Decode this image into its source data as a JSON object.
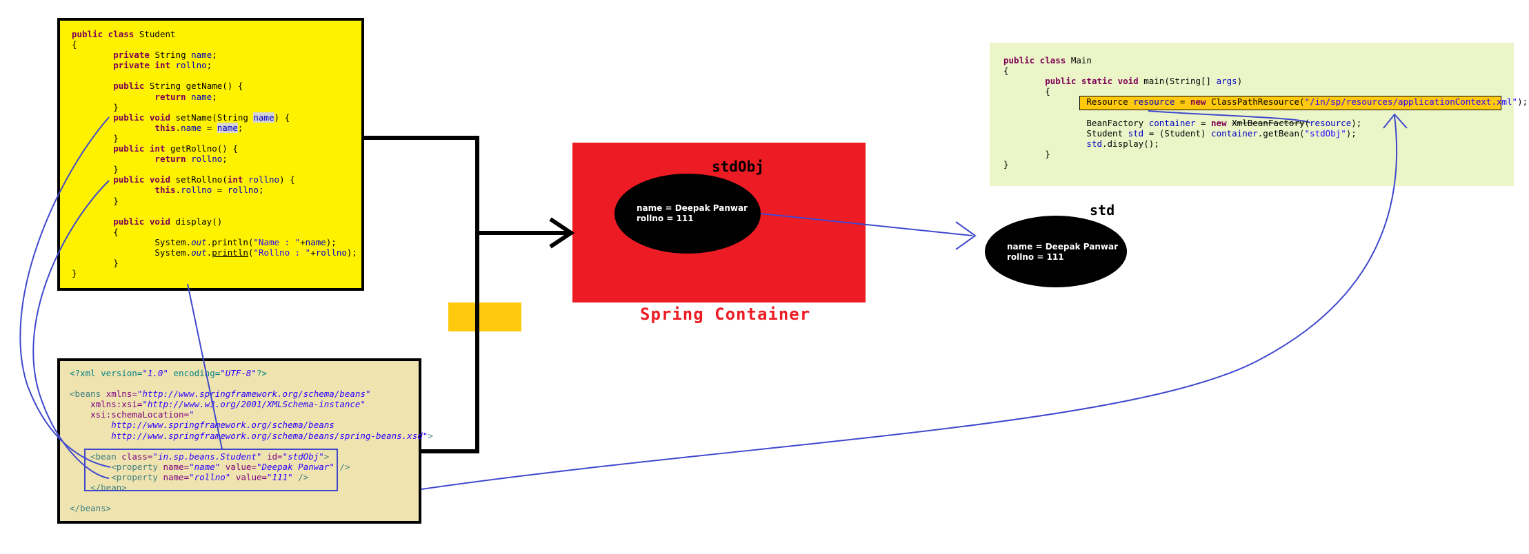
{
  "student_code": {
    "lines": [
      [
        {
          "t": "public class ",
          "c": "kw"
        },
        {
          "t": "Student",
          "c": ""
        }
      ],
      [
        {
          "t": "{",
          "c": ""
        }
      ],
      [
        {
          "t": "        ",
          "c": ""
        },
        {
          "t": "private ",
          "c": "kw"
        },
        {
          "t": "String ",
          "c": ""
        },
        {
          "t": "name",
          "c": "fld"
        },
        {
          "t": ";",
          "c": ""
        }
      ],
      [
        {
          "t": "        ",
          "c": ""
        },
        {
          "t": "private int ",
          "c": "kw"
        },
        {
          "t": "rollno",
          "c": "fld"
        },
        {
          "t": ";",
          "c": ""
        }
      ],
      [
        {
          "t": "",
          "c": ""
        }
      ],
      [
        {
          "t": "        ",
          "c": ""
        },
        {
          "t": "public ",
          "c": "kw"
        },
        {
          "t": "String getName() {",
          "c": ""
        }
      ],
      [
        {
          "t": "                ",
          "c": ""
        },
        {
          "t": "return ",
          "c": "kw"
        },
        {
          "t": "name",
          "c": "fld"
        },
        {
          "t": ";",
          "c": ""
        }
      ],
      [
        {
          "t": "        }",
          "c": ""
        }
      ],
      [
        {
          "t": "        ",
          "c": ""
        },
        {
          "t": "public void ",
          "c": "kw"
        },
        {
          "t": "setName(String ",
          "c": ""
        },
        {
          "t": "name",
          "c": "fld hl"
        },
        {
          "t": ") {",
          "c": ""
        }
      ],
      [
        {
          "t": "                ",
          "c": ""
        },
        {
          "t": "this",
          "c": "kw"
        },
        {
          "t": ".",
          "c": ""
        },
        {
          "t": "name",
          "c": "fld"
        },
        {
          "t": " = ",
          "c": ""
        },
        {
          "t": "name",
          "c": "fld hl"
        },
        {
          "t": ";",
          "c": ""
        }
      ],
      [
        {
          "t": "        }",
          "c": ""
        }
      ],
      [
        {
          "t": "        ",
          "c": ""
        },
        {
          "t": "public int ",
          "c": "kw"
        },
        {
          "t": "getRollno() {",
          "c": ""
        }
      ],
      [
        {
          "t": "                ",
          "c": ""
        },
        {
          "t": "return ",
          "c": "kw"
        },
        {
          "t": "rollno",
          "c": "fld"
        },
        {
          "t": ";",
          "c": ""
        }
      ],
      [
        {
          "t": "        }",
          "c": ""
        }
      ],
      [
        {
          "t": "        ",
          "c": ""
        },
        {
          "t": "public void ",
          "c": "kw"
        },
        {
          "t": "setRollno(",
          "c": ""
        },
        {
          "t": "int ",
          "c": "kw"
        },
        {
          "t": "rollno",
          "c": "fld"
        },
        {
          "t": ") {",
          "c": ""
        }
      ],
      [
        {
          "t": "                ",
          "c": ""
        },
        {
          "t": "this",
          "c": "kw"
        },
        {
          "t": ".",
          "c": ""
        },
        {
          "t": "rollno",
          "c": "fld"
        },
        {
          "t": " = ",
          "c": ""
        },
        {
          "t": "rollno",
          "c": "fld"
        },
        {
          "t": ";",
          "c": ""
        }
      ],
      [
        {
          "t": "        }",
          "c": ""
        }
      ],
      [
        {
          "t": "",
          "c": ""
        }
      ],
      [
        {
          "t": "        ",
          "c": ""
        },
        {
          "t": "public void ",
          "c": "kw"
        },
        {
          "t": "display()",
          "c": ""
        }
      ],
      [
        {
          "t": "        {",
          "c": ""
        }
      ],
      [
        {
          "t": "                System.",
          "c": ""
        },
        {
          "t": "out",
          "c": "fld itl"
        },
        {
          "t": ".println(",
          "c": ""
        },
        {
          "t": "\"Name : \"",
          "c": "str"
        },
        {
          "t": "+",
          "c": ""
        },
        {
          "t": "name",
          "c": "fld"
        },
        {
          "t": ");",
          "c": ""
        }
      ],
      [
        {
          "t": "                System.",
          "c": ""
        },
        {
          "t": "out",
          "c": "fld itl"
        },
        {
          "t": ".",
          "c": ""
        },
        {
          "t": "println",
          "c": "ul"
        },
        {
          "t": "(",
          "c": ""
        },
        {
          "t": "\"Rollno : \"",
          "c": "str"
        },
        {
          "t": "+",
          "c": ""
        },
        {
          "t": "rollno",
          "c": "fld"
        },
        {
          "t": ");",
          "c": ""
        }
      ],
      [
        {
          "t": "        }",
          "c": ""
        }
      ],
      [
        {
          "t": "}",
          "c": ""
        }
      ]
    ]
  },
  "xml_code": {
    "lines": [
      [
        {
          "t": "<?xml version=",
          "c": "xpi"
        },
        {
          "t": "\"1.0\"",
          "c": "xval"
        },
        {
          "t": " encoding=",
          "c": "xpi"
        },
        {
          "t": "\"UTF-8\"",
          "c": "xval"
        },
        {
          "t": "?>",
          "c": "xpi"
        }
      ],
      [
        {
          "t": "",
          "c": ""
        }
      ],
      [
        {
          "t": "<beans ",
          "c": "xtag"
        },
        {
          "t": "xmlns=",
          "c": "xattr"
        },
        {
          "t": "\"http://www.springframework.org/schema/beans\"",
          "c": "xval"
        }
      ],
      [
        {
          "t": "    ",
          "c": ""
        },
        {
          "t": "xmlns:xsi=",
          "c": "xattr"
        },
        {
          "t": "\"http://www.w3.org/2001/XMLSchema-instance\"",
          "c": "xval"
        }
      ],
      [
        {
          "t": "    ",
          "c": ""
        },
        {
          "t": "xsi:schemaLocation=",
          "c": "xattr"
        },
        {
          "t": "\"",
          "c": "xval"
        }
      ],
      [
        {
          "t": "        http://www.springframework.org/schema/beans",
          "c": "xval"
        }
      ],
      [
        {
          "t": "        http://www.springframework.org/schema/beans/spring-beans.xsd\"",
          "c": "xval"
        },
        {
          "t": ">",
          "c": "xtag"
        }
      ],
      [
        {
          "t": "",
          "c": ""
        }
      ],
      [
        {
          "t": "    ",
          "c": ""
        },
        {
          "t": "<bean ",
          "c": "xtag"
        },
        {
          "t": "class=",
          "c": "xattr"
        },
        {
          "t": "\"in.sp.beans.Student\"",
          "c": "xval"
        },
        {
          "t": " id=",
          "c": "xattr"
        },
        {
          "t": "\"stdObj\"",
          "c": "xval"
        },
        {
          "t": ">",
          "c": "xtag"
        }
      ],
      [
        {
          "t": "        ",
          "c": ""
        },
        {
          "t": "<property ",
          "c": "xtag"
        },
        {
          "t": "name=",
          "c": "xattr"
        },
        {
          "t": "\"name\"",
          "c": "xval"
        },
        {
          "t": " value=",
          "c": "xattr"
        },
        {
          "t": "\"Deepak Panwar\"",
          "c": "xval"
        },
        {
          "t": " />",
          "c": "xtag"
        }
      ],
      [
        {
          "t": "        ",
          "c": ""
        },
        {
          "t": "<property ",
          "c": "xtag"
        },
        {
          "t": "name=",
          "c": "xattr"
        },
        {
          "t": "\"rollno\"",
          "c": "xval"
        },
        {
          "t": " value=",
          "c": "xattr"
        },
        {
          "t": "\"111\"",
          "c": "xval"
        },
        {
          "t": " />",
          "c": "xtag"
        }
      ],
      [
        {
          "t": "    ",
          "c": ""
        },
        {
          "t": "</bean>",
          "c": "xtag"
        }
      ],
      [
        {
          "t": "",
          "c": ""
        }
      ],
      [
        {
          "t": "</beans>",
          "c": "xtag"
        }
      ]
    ]
  },
  "main_code": {
    "lines": [
      [
        {
          "t": "public class ",
          "c": "kw"
        },
        {
          "t": "Main",
          "c": ""
        }
      ],
      [
        {
          "t": "{",
          "c": ""
        }
      ],
      [
        {
          "t": "        ",
          "c": ""
        },
        {
          "t": "public static void ",
          "c": "kw"
        },
        {
          "t": "main(String[] ",
          "c": ""
        },
        {
          "t": "args",
          "c": "fld"
        },
        {
          "t": ")",
          "c": ""
        }
      ],
      [
        {
          "t": "        {",
          "c": ""
        }
      ],
      [
        {
          "t": "                Resource ",
          "c": ""
        },
        {
          "t": "resource",
          "c": "fld"
        },
        {
          "t": " = ",
          "c": ""
        },
        {
          "t": "new ",
          "c": "kw"
        },
        {
          "t": "ClassPathResource(",
          "c": ""
        },
        {
          "t": "\"/in/sp/resources/applicationContext.xml\"",
          "c": "str"
        },
        {
          "t": ");",
          "c": ""
        }
      ],
      [
        {
          "t": "",
          "c": ""
        }
      ],
      [
        {
          "t": "                BeanFactory ",
          "c": ""
        },
        {
          "t": "container",
          "c": "fld"
        },
        {
          "t": " = ",
          "c": ""
        },
        {
          "t": "new ",
          "c": "kw"
        },
        {
          "t": "XmlBeanFactory",
          "c": "strike"
        },
        {
          "t": "(",
          "c": ""
        },
        {
          "t": "resource",
          "c": "fld"
        },
        {
          "t": ");",
          "c": ""
        }
      ],
      [
        {
          "t": "                Student ",
          "c": ""
        },
        {
          "t": "std",
          "c": "fld"
        },
        {
          "t": " = (Student) ",
          "c": ""
        },
        {
          "t": "container",
          "c": "fld"
        },
        {
          "t": ".getBean(",
          "c": ""
        },
        {
          "t": "\"stdObj\"",
          "c": "str"
        },
        {
          "t": ");",
          "c": ""
        }
      ],
      [
        {
          "t": "                ",
          "c": ""
        },
        {
          "t": "std",
          "c": "fld"
        },
        {
          "t": ".display();",
          "c": ""
        }
      ],
      [
        {
          "t": "        }",
          "c": ""
        }
      ],
      [
        {
          "t": "}",
          "c": ""
        }
      ]
    ]
  },
  "container": {
    "label": "Spring Container",
    "bean_id": "stdObj",
    "bean_lines": [
      "name = Deepak Panwar",
      "rollno = 111"
    ]
  },
  "std_object": {
    "title": "std",
    "lines": [
      "name = Deepak Panwar",
      "rollno = 111"
    ]
  },
  "colors": {
    "student_bg": "#fff200",
    "xml_bg": "#efe4b0",
    "main_bg": "#ebf5c8",
    "container_bg": "#ed1c24",
    "accent_orange": "#ffc90e",
    "link_blue": "#3f48cc"
  }
}
